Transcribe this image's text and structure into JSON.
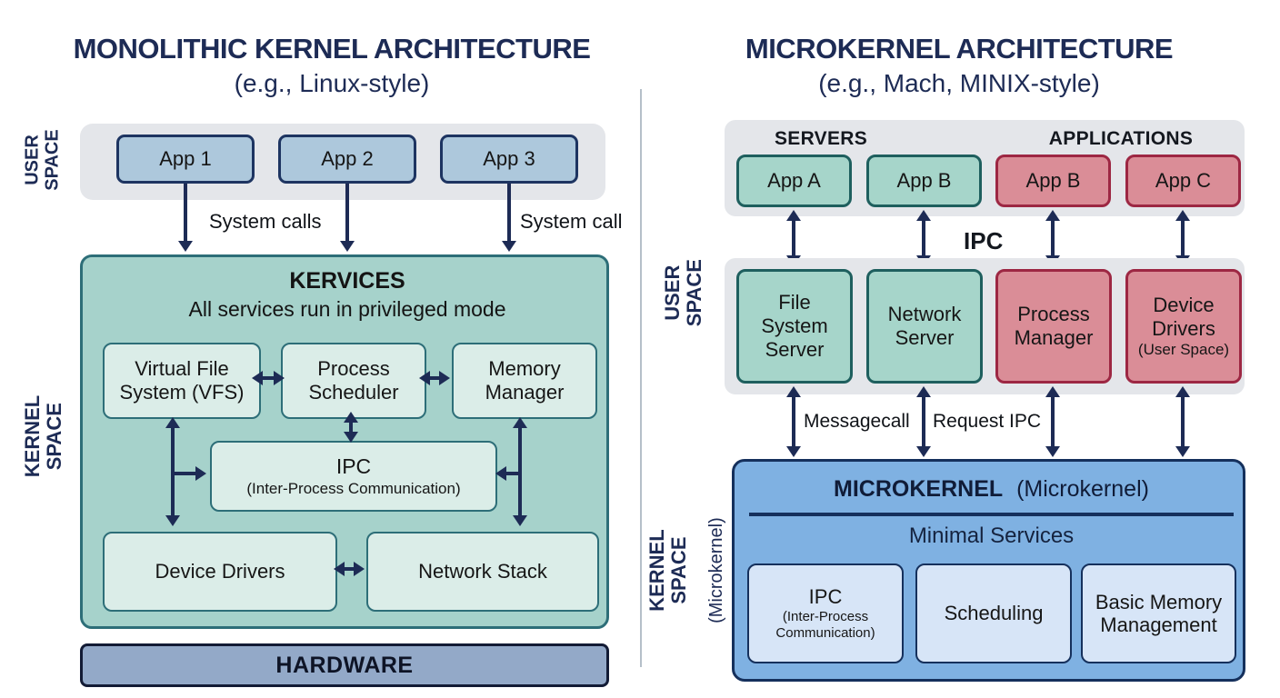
{
  "colors": {
    "navy": "#1d2b55",
    "gray_band": "#e4e6ea",
    "app_fill": "#adc8dc",
    "kernel_teal_fill": "#a6d2cb",
    "kernel_teal_border": "#2d6e78",
    "hardware_fill": "#93a9c8",
    "server_teal_fill": "#a6d5ca",
    "app_red_fill": "#da8d97",
    "app_red_border": "#9d2743",
    "microkernel_fill": "#7fb1e2",
    "microkernel_border": "#15305c"
  },
  "left": {
    "title": "MONOLITHIC KERNEL ARCHITECTURE",
    "subtitle": "(e.g., Linux-style)",
    "user_space_label": "USER\nSPACE",
    "kernel_space_label": "KERNEL SPACE",
    "apps": {
      "app1": "App 1",
      "app2": "App 2",
      "app3": "App 3"
    },
    "syscalls_label": "System calls",
    "syscall_label": "System call",
    "kernel": {
      "title": "KERVICES",
      "subtitle": "All services run in privileged mode",
      "vfs": "Virtual File\nSystem (VFS)",
      "scheduler": "Process\nScheduler",
      "memory": "Memory\nManager",
      "ipc_title": "IPC",
      "ipc_subtitle": "(Inter-Process Communication)",
      "drivers": "Device Drivers",
      "network": "Network Stack"
    },
    "hardware": "HARDWARE"
  },
  "right": {
    "title": "MICROKERNEL ARCHITECTURE",
    "subtitle": "(e.g., Mach, MINIX-style)",
    "user_space_label": "USER SPACE",
    "kernel_space_label": "KERNEL SPACE",
    "kernel_space_sublabel": "(Microkernel)",
    "servers_header": "SERVERS",
    "applications_header": "APPLICATIONS",
    "apps": {
      "a": "App A",
      "b": "App B",
      "b2": "App B",
      "c": "App C"
    },
    "ipc_label": "IPC",
    "servers": {
      "fs": "File\nSystem\nServer",
      "net": "Network\nServer",
      "proc": "Process\nManager",
      "dev": "Device\nDrivers",
      "dev_sub": "(User Space)"
    },
    "message_label": "Messagecall",
    "request_label": "Request IPC",
    "microkernel": {
      "title_bold": "MICROKERNEL",
      "title_normal": "(Microkernel)",
      "services_header": "Minimal Services",
      "ipc_title": "IPC",
      "ipc_sub": "(Inter-Process\nCommunication)",
      "scheduling": "Scheduling",
      "memory": "Basic Memory\nManagement"
    }
  }
}
